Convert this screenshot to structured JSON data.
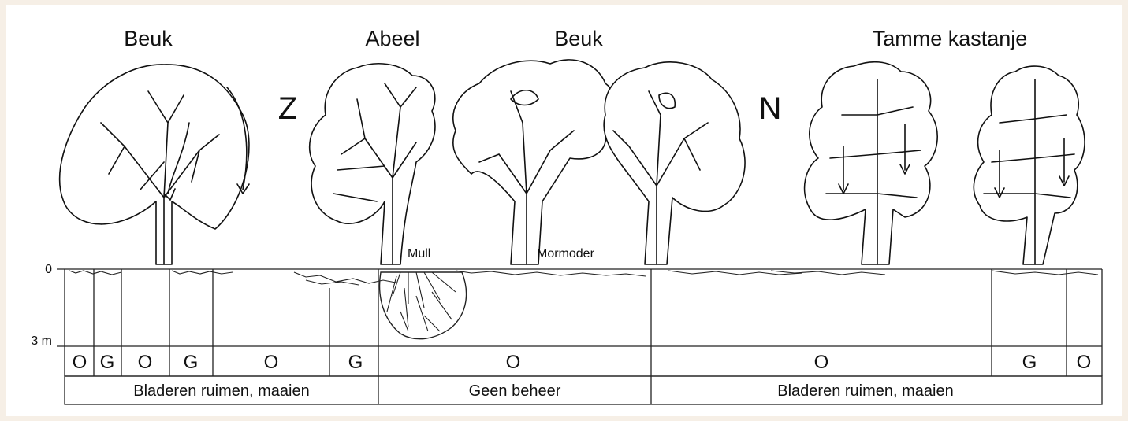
{
  "trees": {
    "beuk_left": "Beuk",
    "abeel": "Abeel",
    "beuk_middle": "Beuk",
    "tamme_kastanje": "Tamme kastanje"
  },
  "directions": {
    "south": "Z",
    "north": "N"
  },
  "humus": {
    "mull": "Mull",
    "mormoder": "Mormoder"
  },
  "depth_axis": {
    "zero": "0",
    "bottom": "3 m"
  },
  "zone_codes": [
    "O",
    "G",
    "O",
    "G",
    "O",
    "G",
    "O",
    "O",
    "G",
    "O"
  ],
  "management": [
    "Bladeren ruimen, maaien",
    "Geen beheer",
    "Bladeren ruimen, maaien"
  ],
  "colors": {
    "ink": "#111111",
    "page": "#ffffff",
    "frame": "#f6efe6"
  }
}
